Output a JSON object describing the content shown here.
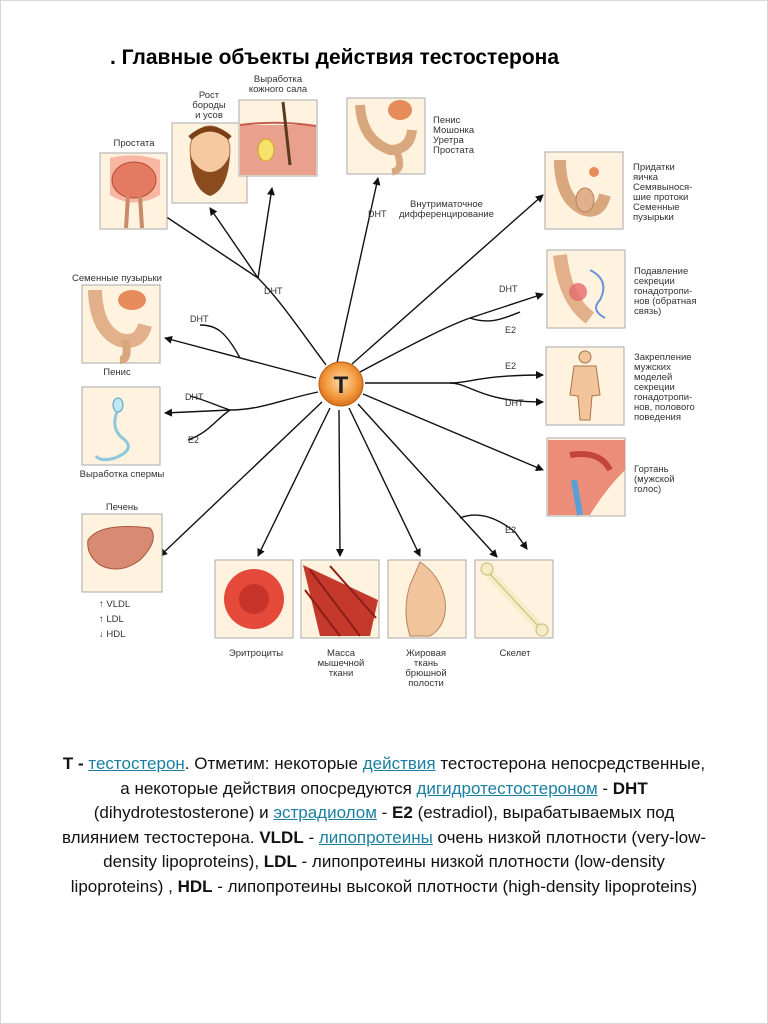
{
  "title": ". Главные объекты действия тестостерона",
  "center": "T",
  "targets": {
    "prostate": "Простата",
    "beard": [
      "Рост",
      "бороды",
      "и усов"
    ],
    "sebum": [
      "Выработка",
      "кожного сала"
    ],
    "penis_group": [
      "Пенис",
      "Мошонка",
      "Уретра",
      "Простата"
    ],
    "intrauterine": [
      "Внутриматочное",
      "дифференцирование"
    ],
    "epididymis": [
      "Придатки",
      "яичка",
      "Семявынося-",
      "шие протоки",
      "Семенные",
      "пузырьки"
    ],
    "suppression": [
      "Подавление",
      "секреции",
      "гонадотропи-",
      "нов (обратная",
      "связь)"
    ],
    "fixation": [
      "Закрепление",
      "мужских",
      "моделей",
      "секреции",
      "гонадотропи-",
      "нов, полового",
      "поведения"
    ],
    "larynx": [
      "Гортань",
      "(мужской",
      "голос)"
    ],
    "seminal": "Семенные пузырьки",
    "penis": "Пенис",
    "sperm": "Выработка спермы",
    "liver": "Печень",
    "lipids": [
      "↑ VLDL",
      "↑ LDL",
      "↓ HDL"
    ],
    "erythrocytes": "Эритроциты",
    "muscle": [
      "Масса",
      "мышечной",
      "ткани"
    ],
    "fat": [
      "Жировая",
      "ткань",
      "брюшной",
      "полости"
    ],
    "skeleton": "Скелет"
  },
  "mediators": {
    "dht": "DHT",
    "e2": "E2"
  },
  "caption": {
    "t1": "T - ",
    "l1": "тестостерон",
    "t2": ". Отметим: некоторые ",
    "l2": "действия",
    "t3": " тестостерона непосредственные, а некоторые действия опосредуются ",
    "l3": "дигидротестостероном",
    "t4": " - ",
    "b1": "DHT",
    "t5": " (dihydrotestosterone) и ",
    "l4": "эстрадиолом",
    "t6": " - ",
    "b2": "E2",
    "t7": " (estradiol), вырабатываемых под влиянием тестостерона. ",
    "b3": "VLDL",
    "t8": " - ",
    "l5": "липопротеины",
    "t9": " очень низкой плотности (very-low-density lipoproteins), ",
    "b4": "LDL",
    "t10": " - липопротеины низкой плотности (low-density lipoproteins) , ",
    "b5": "HDL",
    "t11": " - липопротеины высокой плотности (high-density lipoproteins)"
  }
}
